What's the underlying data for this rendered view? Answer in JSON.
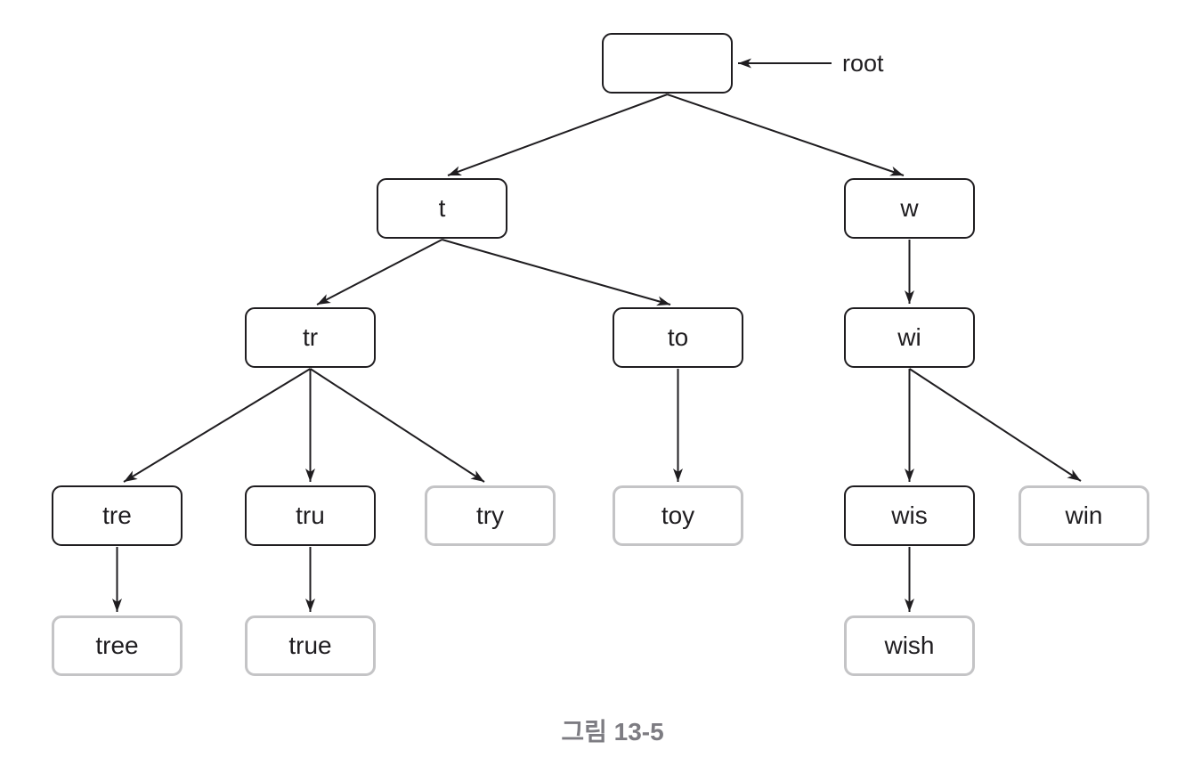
{
  "figure": {
    "caption": "그림 13-5",
    "root_label": "root"
  },
  "colors": {
    "line": "#1f1d20",
    "node_border": "#1f1d20",
    "word_node_border": "#c4c4c6",
    "text": "#1f1d20",
    "caption": "#7d7c82",
    "background": "#ffffff"
  },
  "trie": {
    "description": "Prefix tree (trie) of the words tree, true, try, toy, wish, win",
    "nodes": [
      {
        "id": "root",
        "label": "",
        "type": "internal"
      },
      {
        "id": "t",
        "label": "t",
        "type": "internal"
      },
      {
        "id": "w",
        "label": "w",
        "type": "internal"
      },
      {
        "id": "tr",
        "label": "tr",
        "type": "internal"
      },
      {
        "id": "to",
        "label": "to",
        "type": "internal"
      },
      {
        "id": "wi",
        "label": "wi",
        "type": "internal"
      },
      {
        "id": "tre",
        "label": "tre",
        "type": "internal"
      },
      {
        "id": "tru",
        "label": "tru",
        "type": "internal"
      },
      {
        "id": "try",
        "label": "try",
        "type": "word"
      },
      {
        "id": "toy",
        "label": "toy",
        "type": "word"
      },
      {
        "id": "wis",
        "label": "wis",
        "type": "internal"
      },
      {
        "id": "win",
        "label": "win",
        "type": "word"
      },
      {
        "id": "tree",
        "label": "tree",
        "type": "word"
      },
      {
        "id": "true",
        "label": "true",
        "type": "word"
      },
      {
        "id": "wish",
        "label": "wish",
        "type": "word"
      }
    ],
    "edges": [
      {
        "from": "root",
        "to": "t"
      },
      {
        "from": "root",
        "to": "w"
      },
      {
        "from": "t",
        "to": "tr"
      },
      {
        "from": "t",
        "to": "to"
      },
      {
        "from": "w",
        "to": "wi"
      },
      {
        "from": "tr",
        "to": "tre"
      },
      {
        "from": "tr",
        "to": "tru"
      },
      {
        "from": "tr",
        "to": "try"
      },
      {
        "from": "to",
        "to": "toy"
      },
      {
        "from": "wi",
        "to": "wis"
      },
      {
        "from": "wi",
        "to": "win"
      },
      {
        "from": "tre",
        "to": "tree"
      },
      {
        "from": "tru",
        "to": "true"
      },
      {
        "from": "wis",
        "to": "wish"
      }
    ]
  }
}
